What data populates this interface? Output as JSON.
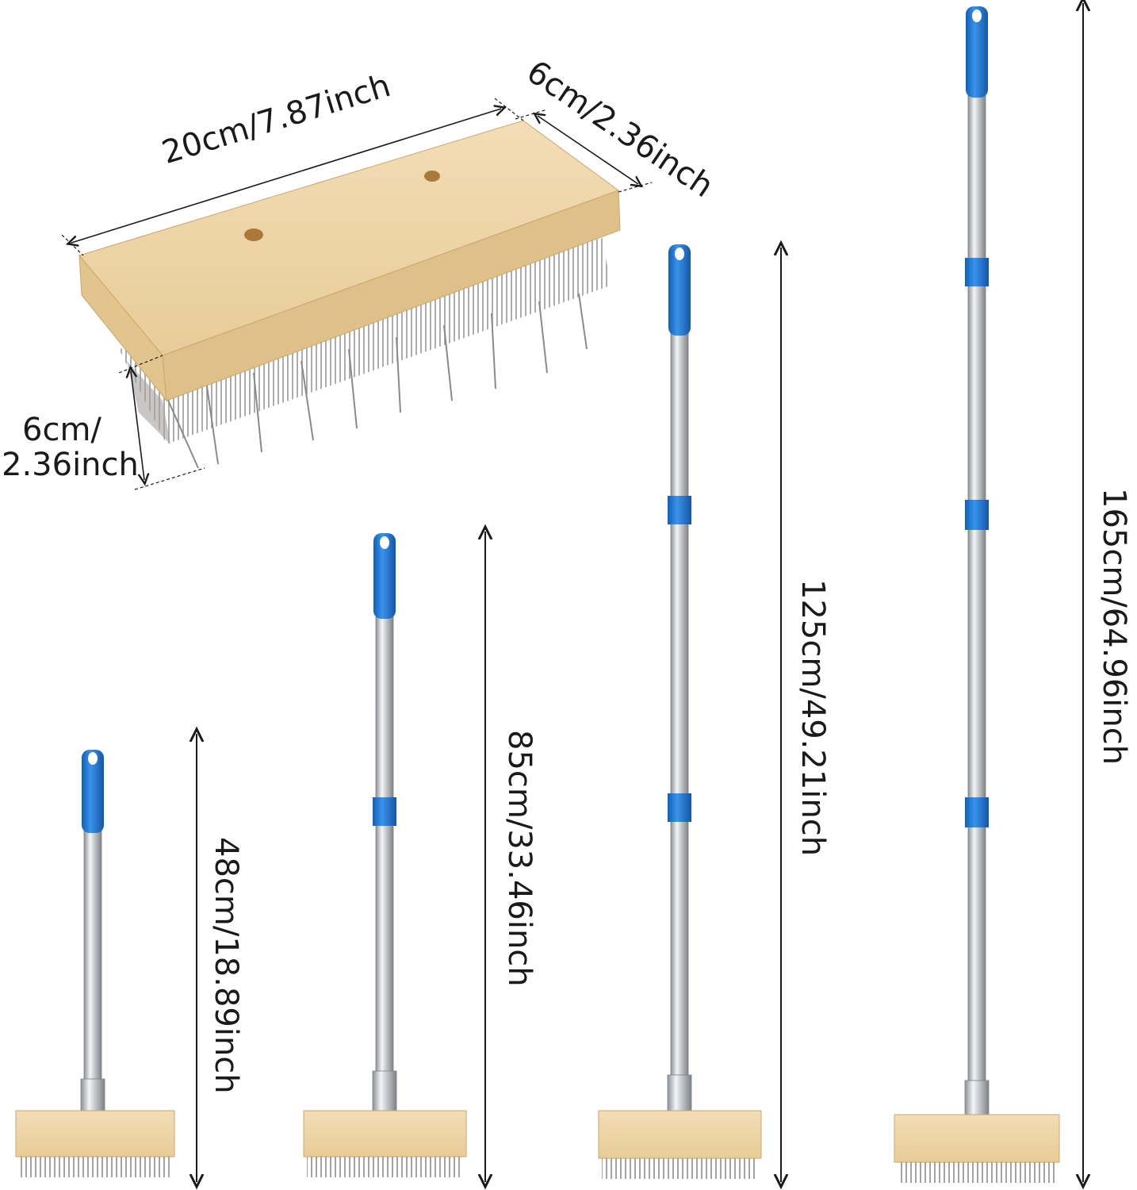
{
  "brush_head": {
    "length_label": "20cm/7.87inch",
    "width_label": "6cm/2.36inch",
    "height_label_line1": "6cm/",
    "height_label_line2": "2.36inch"
  },
  "sizes": [
    {
      "label": "48cm/18.89inch"
    },
    {
      "label": "85cm/33.46inch"
    },
    {
      "label": "125cm/49.21inch"
    },
    {
      "label": "165cm/64.96inch"
    }
  ],
  "colors": {
    "handle_blue": "#1f7ad6",
    "pole_steel": "#c9ccd1",
    "wood": "#ecd3a5",
    "wood_side": "#dcbd86",
    "bristle": "#9c9a98"
  }
}
